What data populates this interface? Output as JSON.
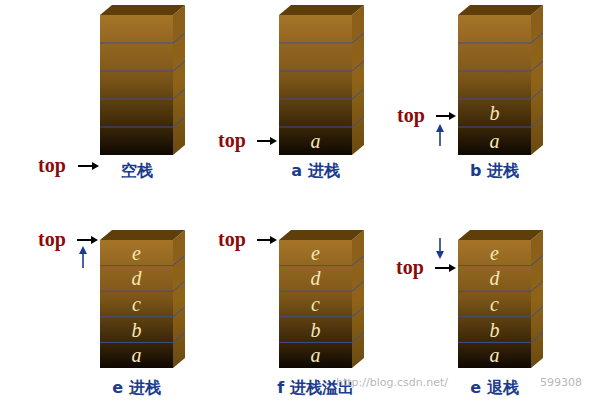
{
  "diagram": {
    "nodes": [
      {
        "text": [
          "空栈"
        ]
      },
      {
        "text": [
          "a 进栈"
        ]
      },
      {
        "text": [
          "a"
        ],
        "in": 1
      },
      {
        "text": [
          "b 进栈"
        ]
      },
      {
        "text": [
          "b"
        ],
        "in": 3
      },
      {
        "text": [
          "a"
        ],
        "in": 3
      },
      {
        "text": [
          "e 进栈"
        ]
      },
      {
        "text": [
          "e"
        ],
        "in": 6
      },
      {
        "text": [
          "d"
        ],
        "in": 6
      },
      {
        "text": [
          "c"
        ],
        "in": 6
      },
      {
        "text": [
          "b"
        ],
        "in": 6
      },
      {
        "text": [
          "a"
        ],
        "in": 6
      },
      {
        "text": [
          "f 进栈溢出"
        ]
      },
      {
        "text": [
          "e"
        ],
        "in": 12
      },
      {
        "text": [
          "d"
        ],
        "in": 12
      },
      {
        "text": [
          "c"
        ],
        "in": 12
      },
      {
        "text": [
          "b"
        ],
        "in": 12
      },
      {
        "text": [
          "a"
        ],
        "in": 12
      },
      {
        "text": [
          "e 退栈"
        ]
      },
      {
        "text": [
          "e"
        ],
        "in": 18
      },
      {
        "text": [
          "d"
        ],
        "in": 18
      },
      {
        "text": [
          "c"
        ],
        "in": 18
      },
      {
        "text": [
          "b"
        ],
        "in": 18
      },
      {
        "text": [
          "a"
        ],
        "in": 18
      }
    ],
    "labels": [
      "top",
      "top",
      "top",
      "top",
      "top",
      "top",
      "http://blog.csdn.net/",
      "599308"
    ]
  }
}
